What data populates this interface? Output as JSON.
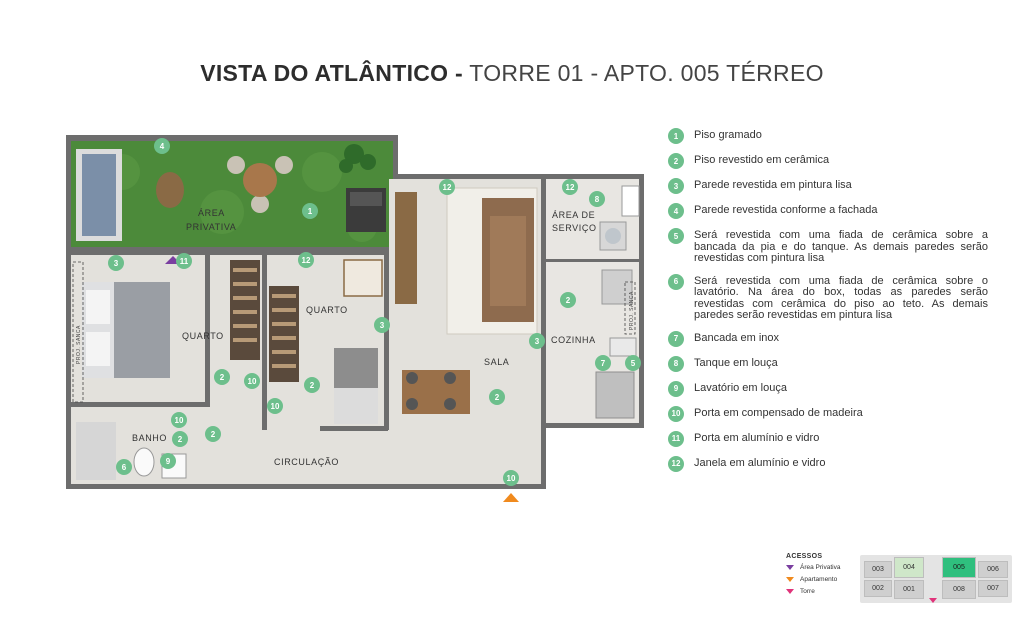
{
  "title": {
    "bold": "VISTA DO ATLÂNTICO -",
    "light": " TORRE 01 - APTO. 005 TÉRREO"
  },
  "colors": {
    "marker": "#6dbf8c",
    "grass": "#4c8a3a",
    "floor": "#e3e1dc",
    "wall": "#6d6d6d",
    "access_privativa": "#7a3fa0",
    "access_apartamento": "#f08a1e",
    "access_torre": "#e0337a",
    "highlight_unit": "#2fbf7e"
  },
  "rooms": {
    "area_privativa": [
      "ÁREA",
      "PRIVATIVA"
    ],
    "quarto_1": "QUARTO",
    "quarto_2": "QUARTO",
    "area_servico": [
      "ÁREA DE",
      "SERVIÇO"
    ],
    "sala": "SALA",
    "cozinha": "COZINHA",
    "banho": "BANHO",
    "circulacao": "CIRCULAÇÃO",
    "proj_sanca_1": "PROJ. SANCA",
    "proj_sanca_2": "PROJ. SANCA"
  },
  "markers": [
    "4",
    "1",
    "12",
    "8",
    "12",
    "3",
    "11",
    "12",
    "3",
    "2",
    "3",
    "2",
    "7",
    "5",
    "2",
    "10",
    "2",
    "10",
    "10",
    "2",
    "6",
    "9",
    "2",
    "10"
  ],
  "legend": [
    {
      "num": "1",
      "text": "Piso gramado"
    },
    {
      "num": "2",
      "text": "Piso revestido em cerâmica"
    },
    {
      "num": "3",
      "text": "Parede revestida em pintura lisa"
    },
    {
      "num": "4",
      "text": "Parede revestida conforme a fachada"
    },
    {
      "num": "5",
      "text": "Será revestida com uma fiada de cerâmica sobre a bancada da pia e do tanque. As demais paredes serão revestidas com pintura lisa"
    },
    {
      "num": "6",
      "text": "Será revestida com uma fiada de cerâmica sobre o lavatório. Na área do box, todas as paredes serão revestidas com cerâmica do piso ao teto. As demais paredes serão revestidas em pintura lisa"
    },
    {
      "num": "7",
      "text": "Bancada em inox"
    },
    {
      "num": "8",
      "text": "Tanque em louça"
    },
    {
      "num": "9",
      "text": "Lavatório em louça"
    },
    {
      "num": "10",
      "text": "Porta em compensado de madeira"
    },
    {
      "num": "11",
      "text": "Porta em alumínio e vidro"
    },
    {
      "num": "12",
      "text": "Janela em alumínio e vidro"
    }
  ],
  "access": {
    "title": "ACESSOS",
    "items": [
      {
        "label": "Área Privativa"
      },
      {
        "label": "Apartamento"
      },
      {
        "label": "Torre"
      }
    ]
  },
  "keyplan": {
    "units": [
      "003",
      "004",
      "005",
      "006",
      "002",
      "001",
      "008",
      "007"
    ],
    "highlighted": "005"
  }
}
